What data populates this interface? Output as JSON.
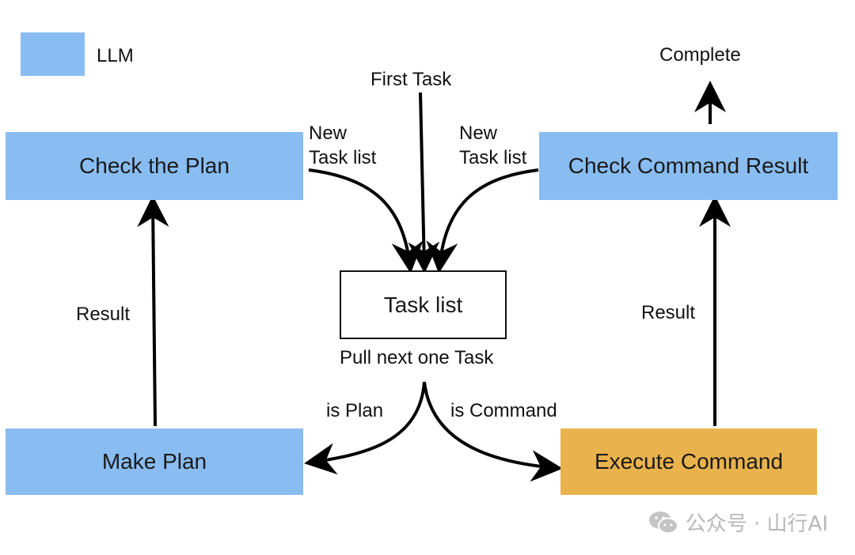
{
  "legend": {
    "label": "LLM",
    "color": "#89bdf2"
  },
  "nodes": {
    "check_plan": "Check the Plan",
    "check_command_result": "Check Command Result",
    "task_list": "Task list",
    "make_plan": "Make Plan",
    "execute_command": "Execute Command"
  },
  "edge_labels": {
    "first_task": "First Task",
    "new_task_list_left": "New\nTask list",
    "new_task_list_right": "New\nTask list",
    "pull_next": "Pull next one Task",
    "is_plan": "is Plan",
    "is_command": "is Command",
    "result_left": "Result",
    "result_right": "Result",
    "complete": "Complete"
  },
  "colors": {
    "llm": "#89bdf2",
    "command": "#e9b24d",
    "arrow": "#000000"
  },
  "watermark": {
    "text": "公众号 · 山行AI",
    "icon": "wechat-icon"
  }
}
